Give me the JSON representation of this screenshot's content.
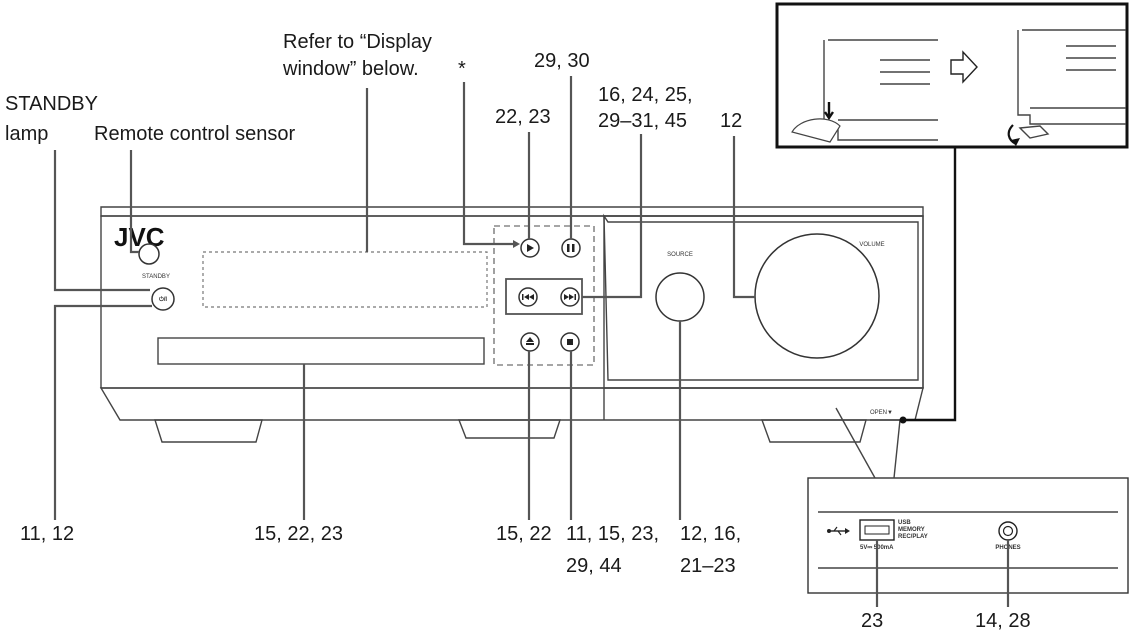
{
  "labels": {
    "standby_lamp_line1": "STANDBY",
    "standby_lamp_line2": "lamp",
    "remote_sensor": "Remote control sensor",
    "display_line1": "Refer to “Display",
    "display_line2": "window” below.",
    "asterisk": "*",
    "pause_pages": "29, 30",
    "play_pages": "22, 23",
    "skip_pages_line1": "16, 24, 25,",
    "skip_pages_line2": "29–31, 45",
    "volume_pages": "12",
    "standby_pages": "11, 12",
    "disc_tray_pages": "15, 22, 23",
    "eject_pages": "15, 22",
    "stop_pages_line1": "11, 15, 23,",
    "stop_pages_line2": "29, 44",
    "source_pages_line1": "12, 16,",
    "source_pages_line2": "21–23",
    "usb_pages": "23",
    "phones_pages": "14, 28"
  },
  "panel": {
    "brand": "JVC",
    "standby_text": "STANDBY",
    "standby_symbol": "⏻/I",
    "source_text": "SOURCE",
    "volume_text": "VOLUME",
    "open_text": "OPEN▼",
    "usb_text_line1": "USB",
    "usb_text_line2": "MEMORY",
    "usb_text_line3": "REC/PLAY",
    "usb_rating": "5V⎓ 500mA",
    "phones_text": "PHONES"
  },
  "icons": {
    "play": "play-icon",
    "pause": "pause-icon",
    "prev": "skip-previous-icon",
    "next": "skip-next-icon",
    "eject": "eject-icon",
    "stop": "stop-icon",
    "usb": "usb-symbol-icon",
    "arrow": "right-arrow-icon"
  }
}
